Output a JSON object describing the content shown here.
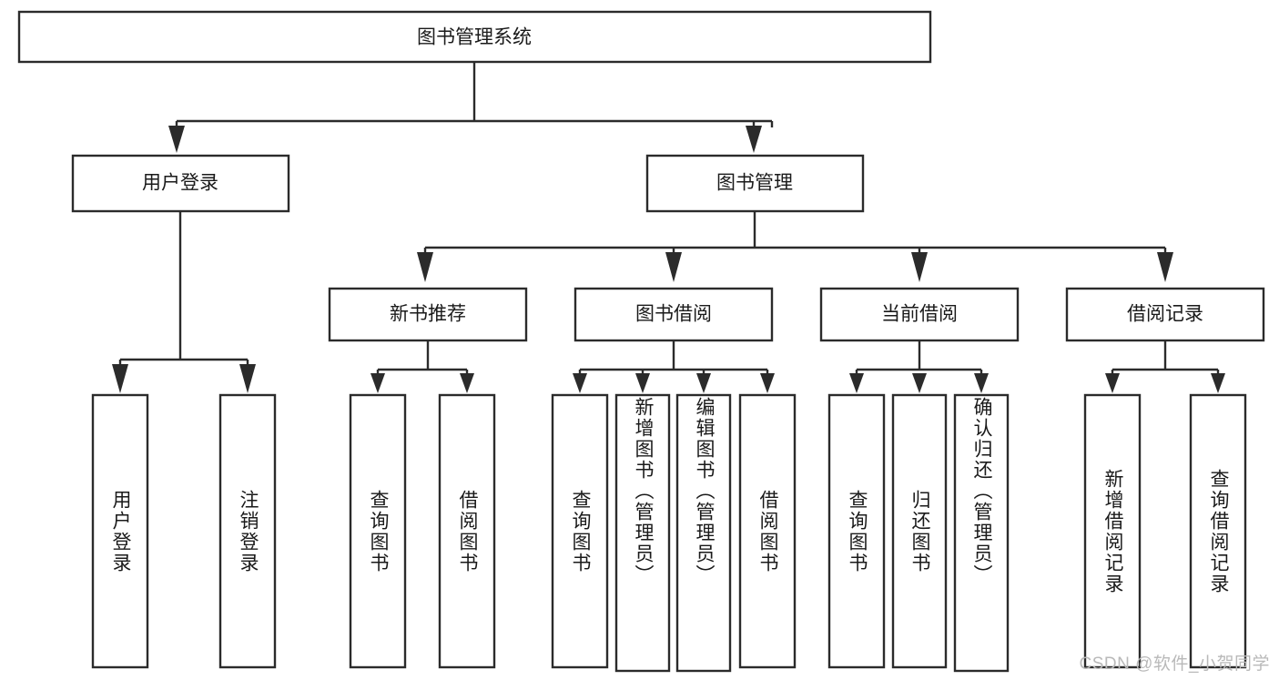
{
  "diagram": {
    "type": "tree",
    "title": "图书管理系统",
    "watermark": "CSDN @软件_小贺同学",
    "colors": {
      "box_stroke": "#2b2b2b",
      "box_fill": "#ffffff",
      "text": "#1a1a1a",
      "watermark": "#b9b9b9",
      "background": "#ffffff"
    },
    "root": {
      "label": "图书管理系统"
    },
    "level2": [
      {
        "label": "用户登录"
      },
      {
        "label": "图书管理"
      }
    ],
    "level3": [
      {
        "label": "新书推荐"
      },
      {
        "label": "图书借阅"
      },
      {
        "label": "当前借阅"
      },
      {
        "label": "借阅记录"
      }
    ],
    "leaves": {
      "user_login": [
        {
          "label": "用户登录"
        },
        {
          "label": "注销登录"
        }
      ],
      "new_book": [
        {
          "label": "查询图书"
        },
        {
          "label": "借阅图书"
        }
      ],
      "book_borrow": [
        {
          "label": "查询图书"
        },
        {
          "label": "新增图书（管理员）"
        },
        {
          "label": "编辑图书（管理员）"
        },
        {
          "label": "借阅图书"
        }
      ],
      "current_borrow": [
        {
          "label": "查询图书"
        },
        {
          "label": "归还图书"
        },
        {
          "label": "确认归还（管理员）"
        }
      ],
      "borrow_record": [
        {
          "label": "新增借阅记录"
        },
        {
          "label": "查询借阅记录"
        }
      ]
    }
  }
}
